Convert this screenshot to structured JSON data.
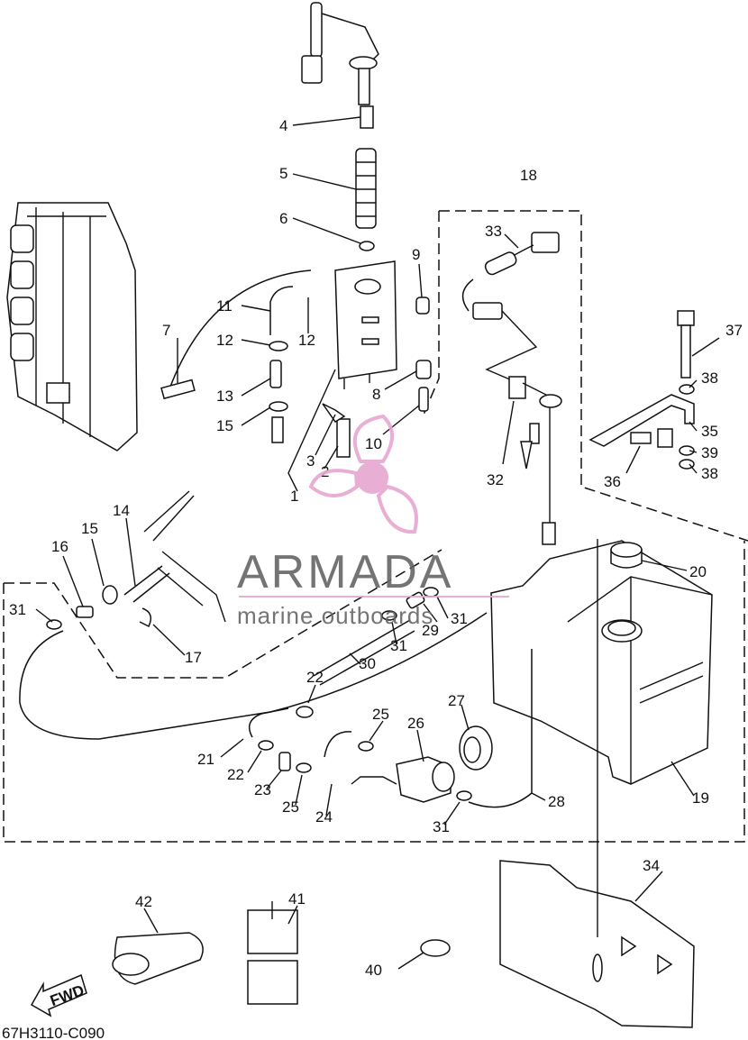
{
  "diagram": {
    "code": "67H3110-C090",
    "fwd_label": "FWD",
    "callouts": [
      "4",
      "5",
      "6",
      "7",
      "9",
      "11",
      "12",
      "12",
      "13",
      "15",
      "8",
      "10",
      "3",
      "2",
      "1",
      "18",
      "33",
      "32",
      "37",
      "38",
      "35",
      "39",
      "38",
      "36",
      "14",
      "15",
      "16",
      "31",
      "17",
      "20",
      "29",
      "31",
      "31",
      "30",
      "22",
      "27",
      "25",
      "26",
      "21",
      "22",
      "23",
      "25",
      "24",
      "31",
      "28",
      "19",
      "34",
      "42",
      "41",
      "40"
    ]
  },
  "watermark": {
    "brand": "ARMADA",
    "tagline": "marine outboards",
    "accent": "#e7a6cf"
  }
}
